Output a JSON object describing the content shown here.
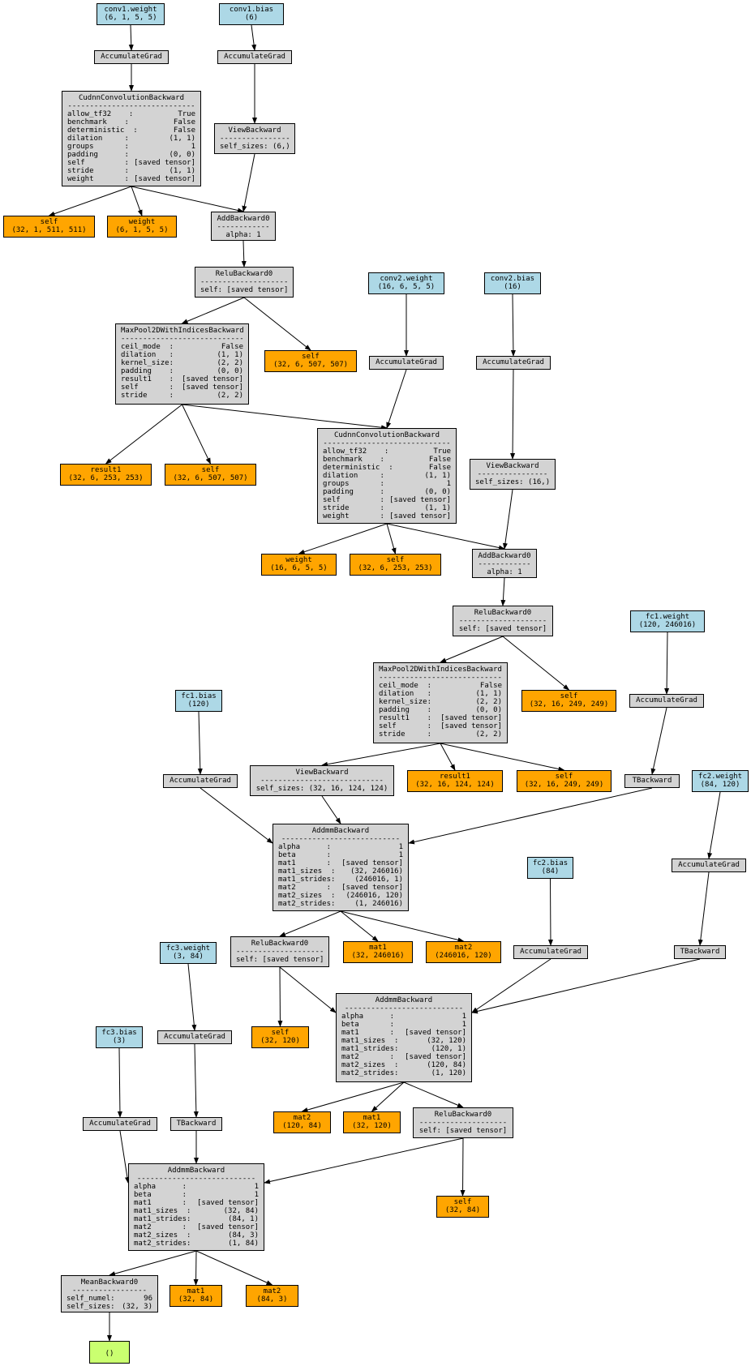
{
  "graph": {
    "colors": {
      "parameter": "#add8e6",
      "function": "#d3d3d3",
      "saved_tensor": "#ffa500",
      "output": "#caff70",
      "edge": "#000000"
    },
    "nodes": {
      "conv1_weight": {
        "kind": "param",
        "lines": [
          "conv1.weight",
          "(6, 1, 5, 5)"
        ]
      },
      "conv1_bias": {
        "kind": "param",
        "lines": [
          "conv1.bias",
          "(6)"
        ]
      },
      "ag_conv1_w": {
        "kind": "grad",
        "lines": [
          "AccumulateGrad"
        ]
      },
      "ag_conv1_b": {
        "kind": "grad",
        "lines": [
          "AccumulateGrad"
        ]
      },
      "conv1": {
        "kind": "op",
        "title": "CudnnConvolutionBackward",
        "rule": "-----------------------------",
        "rows": [
          [
            "allow_tf32",
            "    :",
            "True"
          ],
          [
            "benchmark",
            "    :",
            "False"
          ],
          [
            "deterministic",
            "  :",
            "False"
          ],
          [
            "dilation",
            "     :",
            "(1, 1)"
          ],
          [
            "groups",
            "       :",
            "1"
          ],
          [
            "padding",
            "      :",
            "(0, 0)"
          ],
          [
            "self",
            "         :",
            "[saved tensor]"
          ],
          [
            "stride",
            "       :",
            "(1, 1)"
          ],
          [
            "weight",
            "       :",
            "[saved tensor]"
          ]
        ]
      },
      "view1": {
        "kind": "op",
        "title": "ViewBackward",
        "rule": "----------------",
        "center": [
          "self_sizes: (6,)"
        ]
      },
      "s_conv1_self": {
        "kind": "saved",
        "lines": [
          "self",
          "(32, 1, 511, 511)"
        ]
      },
      "s_conv1_weight": {
        "kind": "saved",
        "lines": [
          "weight",
          "(6, 1, 5, 5)"
        ]
      },
      "add1": {
        "kind": "op",
        "title": "AddBackward0",
        "rule": "------------",
        "center": [
          "alpha: 1"
        ]
      },
      "relu1": {
        "kind": "op",
        "title": "ReluBackward0",
        "rule": "--------------------",
        "center": [
          "self: [saved tensor]"
        ]
      },
      "pool1": {
        "kind": "op",
        "title": "MaxPool2DWithIndicesBackward",
        "rule": "----------------------------",
        "rows": [
          [
            "ceil_mode",
            "  :",
            "False"
          ],
          [
            "dilation",
            "   :",
            "(1, 1)"
          ],
          [
            "kernel_size",
            ":",
            "(2, 2)"
          ],
          [
            "padding",
            "    :",
            "(0, 0)"
          ],
          [
            "result1",
            "    :",
            "[saved tensor]"
          ],
          [
            "self",
            "       :",
            "[saved tensor]"
          ],
          [
            "stride",
            "     :",
            "(2, 2)"
          ]
        ]
      },
      "s_relu1_self": {
        "kind": "saved",
        "lines": [
          "self",
          "(32, 6, 507, 507)"
        ]
      },
      "s_pool1_result1": {
        "kind": "saved",
        "lines": [
          "result1",
          "(32, 6, 253, 253)"
        ]
      },
      "s_pool1_self": {
        "kind": "saved",
        "lines": [
          "self",
          "(32, 6, 507, 507)"
        ]
      },
      "conv2_weight": {
        "kind": "param",
        "lines": [
          "conv2.weight",
          "(16, 6, 5, 5)"
        ]
      },
      "conv2_bias": {
        "kind": "param",
        "lines": [
          "conv2.bias",
          "(16)"
        ]
      },
      "ag_conv2_w": {
        "kind": "grad",
        "lines": [
          "AccumulateGrad"
        ]
      },
      "ag_conv2_b": {
        "kind": "grad",
        "lines": [
          "AccumulateGrad"
        ]
      },
      "conv2": {
        "kind": "op",
        "title": "CudnnConvolutionBackward",
        "rule": "-----------------------------",
        "rows": [
          [
            "allow_tf32",
            "    :",
            "True"
          ],
          [
            "benchmark",
            "    :",
            "False"
          ],
          [
            "deterministic",
            "  :",
            "False"
          ],
          [
            "dilation",
            "     :",
            "(1, 1)"
          ],
          [
            "groups",
            "       :",
            "1"
          ],
          [
            "padding",
            "      :",
            "(0, 0)"
          ],
          [
            "self",
            "         :",
            "[saved tensor]"
          ],
          [
            "stride",
            "       :",
            "(1, 1)"
          ],
          [
            "weight",
            "       :",
            "[saved tensor]"
          ]
        ]
      },
      "view2": {
        "kind": "op",
        "title": "ViewBackward",
        "rule": "----------------",
        "center": [
          "self_sizes: (16,)"
        ]
      },
      "s_conv2_weight": {
        "kind": "saved",
        "lines": [
          "weight",
          "(16, 6, 5, 5)"
        ]
      },
      "s_conv2_self": {
        "kind": "saved",
        "lines": [
          "self",
          "(32, 6, 253, 253)"
        ]
      },
      "add2": {
        "kind": "op",
        "title": "AddBackward0",
        "rule": "------------",
        "center": [
          "alpha: 1"
        ]
      },
      "relu2": {
        "kind": "op",
        "title": "ReluBackward0",
        "rule": "--------------------",
        "center": [
          "self: [saved tensor]"
        ]
      },
      "fc1_weight": {
        "kind": "param",
        "lines": [
          "fc1.weight",
          "(120, 246016)"
        ]
      },
      "ag_fc1_w": {
        "kind": "grad",
        "lines": [
          "AccumulateGrad"
        ]
      },
      "pool2": {
        "kind": "op",
        "title": "MaxPool2DWithIndicesBackward",
        "rule": "----------------------------",
        "rows": [
          [
            "ceil_mode",
            "  :",
            "False"
          ],
          [
            "dilation",
            "   :",
            "(1, 1)"
          ],
          [
            "kernel_size",
            ":",
            "(2, 2)"
          ],
          [
            "padding",
            "    :",
            "(0, 0)"
          ],
          [
            "result1",
            "    :",
            "[saved tensor]"
          ],
          [
            "self",
            "       :",
            "[saved tensor]"
          ],
          [
            "stride",
            "     :",
            "(2, 2)"
          ]
        ]
      },
      "s_relu2_self": {
        "kind": "saved",
        "lines": [
          "self",
          "(32, 16, 249, 249)"
        ]
      },
      "fc1_bias": {
        "kind": "param",
        "lines": [
          "fc1.bias",
          "(120)"
        ]
      },
      "ag_fc1_b": {
        "kind": "grad",
        "lines": [
          "AccumulateGrad"
        ]
      },
      "view3": {
        "kind": "op",
        "title": "ViewBackward",
        "rule": "----------------------------",
        "center": [
          "self_sizes: (32, 16, 124, 124)"
        ]
      },
      "s_pool2_result1": {
        "kind": "saved",
        "lines": [
          "result1",
          "(32, 16, 124, 124)"
        ]
      },
      "s_pool2_self": {
        "kind": "saved",
        "lines": [
          "self",
          "(32, 16, 249, 249)"
        ]
      },
      "t_fc1": {
        "kind": "grad",
        "lines": [
          "TBackward"
        ]
      },
      "fc2_weight": {
        "kind": "param",
        "lines": [
          "fc2.weight",
          "(84, 120)"
        ]
      },
      "ag_fc2_w": {
        "kind": "grad",
        "lines": [
          "AccumulateGrad"
        ]
      },
      "addmm1": {
        "kind": "op",
        "title": "AddmmBackward",
        "rule": "---------------------------",
        "rows": [
          [
            "alpha",
            "      :",
            "1"
          ],
          [
            "beta",
            "       :",
            "1"
          ],
          [
            "mat1",
            "       :",
            "[saved tensor]"
          ],
          [
            "mat1_sizes",
            "  :",
            "(32, 246016)"
          ],
          [
            "mat1_strides",
            ":",
            "(246016, 1)"
          ],
          [
            "mat2",
            "       :",
            "[saved tensor]"
          ],
          [
            "mat2_sizes",
            "  :",
            "(246016, 120)"
          ],
          [
            "mat2_strides",
            ":",
            "(1, 246016)"
          ]
        ]
      },
      "fc2_bias": {
        "kind": "param",
        "lines": [
          "fc2.bias",
          "(84)"
        ]
      },
      "relu3": {
        "kind": "op",
        "title": "ReluBackward0",
        "rule": "--------------------",
        "center": [
          "self: [saved tensor]"
        ]
      },
      "s_addmm1_mat1": {
        "kind": "saved",
        "lines": [
          "mat1",
          "(32, 246016)"
        ]
      },
      "s_addmm1_mat2": {
        "kind": "saved",
        "lines": [
          "mat2",
          "(246016, 120)"
        ]
      },
      "ag_fc2_b": {
        "kind": "grad",
        "lines": [
          "AccumulateGrad"
        ]
      },
      "t_fc2": {
        "kind": "grad",
        "lines": [
          "TBackward"
        ]
      },
      "fc3_weight": {
        "kind": "param",
        "lines": [
          "fc3.weight",
          "(3, 84)"
        ]
      },
      "addmm2": {
        "kind": "op",
        "title": "AddmmBackward",
        "rule": "---------------------------",
        "rows": [
          [
            "alpha",
            "      :",
            "1"
          ],
          [
            "beta",
            "       :",
            "1"
          ],
          [
            "mat1",
            "       :",
            "[saved tensor]"
          ],
          [
            "mat1_sizes",
            "  :",
            "(32, 120)"
          ],
          [
            "mat1_strides",
            ":",
            "(120, 1)"
          ],
          [
            "mat2",
            "       :",
            "[saved tensor]"
          ],
          [
            "mat2_sizes",
            "  :",
            "(120, 84)"
          ],
          [
            "mat2_strides",
            ":",
            "(1, 120)"
          ]
        ]
      },
      "fc3_bias": {
        "kind": "param",
        "lines": [
          "fc3.bias",
          "(3)"
        ]
      },
      "ag_fc3_w": {
        "kind": "grad",
        "lines": [
          "AccumulateGrad"
        ]
      },
      "s_relu3_self": {
        "kind": "saved",
        "lines": [
          "self",
          "(32, 120)"
        ]
      },
      "ag_fc3_b": {
        "kind": "grad",
        "lines": [
          "AccumulateGrad"
        ]
      },
      "t_fc3": {
        "kind": "grad",
        "lines": [
          "TBackward"
        ]
      },
      "s_addmm2_mat2": {
        "kind": "saved",
        "lines": [
          "mat2",
          "(120, 84)"
        ]
      },
      "s_addmm2_mat1": {
        "kind": "saved",
        "lines": [
          "mat1",
          "(32, 120)"
        ]
      },
      "relu4": {
        "kind": "op",
        "title": "ReluBackward0",
        "rule": "--------------------",
        "center": [
          "self: [saved tensor]"
        ]
      },
      "addmm3": {
        "kind": "op",
        "title": "AddmmBackward",
        "rule": "---------------------------",
        "rows": [
          [
            "alpha",
            "      :",
            "1"
          ],
          [
            "beta",
            "       :",
            "1"
          ],
          [
            "mat1",
            "       :",
            "[saved tensor]"
          ],
          [
            "mat1_sizes",
            "  :",
            "(32, 84)"
          ],
          [
            "mat1_strides",
            ":",
            "(84, 1)"
          ],
          [
            "mat2",
            "       :",
            "[saved tensor]"
          ],
          [
            "mat2_sizes",
            "  :",
            "(84, 3)"
          ],
          [
            "mat2_strides",
            ":",
            "(1, 84)"
          ]
        ]
      },
      "s_relu4_self": {
        "kind": "saved",
        "lines": [
          "self",
          "(32, 84)"
        ]
      },
      "mean": {
        "kind": "op",
        "title": "MeanBackward0",
        "rule": "-----------------",
        "rows": [
          [
            "self_numel:",
            "",
            "96"
          ],
          [
            "self_sizes:",
            "",
            "(32, 3)"
          ]
        ]
      },
      "s_addmm3_mat1": {
        "kind": "saved",
        "lines": [
          "mat1",
          "(32, 84)"
        ]
      },
      "s_addmm3_mat2": {
        "kind": "saved",
        "lines": [
          "mat2",
          "(84, 3)"
        ]
      },
      "output": {
        "kind": "out",
        "lines": [
          "()"
        ]
      }
    },
    "edges": [
      [
        "conv1_weight",
        "ag_conv1_w"
      ],
      [
        "ag_conv1_w",
        "conv1"
      ],
      [
        "conv1_bias",
        "ag_conv1_b"
      ],
      [
        "ag_conv1_b",
        "view1"
      ],
      [
        "conv1",
        "s_conv1_self"
      ],
      [
        "conv1",
        "s_conv1_weight"
      ],
      [
        "conv1",
        "add1"
      ],
      [
        "view1",
        "add1"
      ],
      [
        "add1",
        "relu1"
      ],
      [
        "relu1",
        "pool1"
      ],
      [
        "relu1",
        "s_relu1_self"
      ],
      [
        "pool1",
        "s_pool1_result1"
      ],
      [
        "pool1",
        "s_pool1_self"
      ],
      [
        "pool1",
        "conv2"
      ],
      [
        "conv2_weight",
        "ag_conv2_w"
      ],
      [
        "ag_conv2_w",
        "conv2"
      ],
      [
        "conv2_bias",
        "ag_conv2_b"
      ],
      [
        "ag_conv2_b",
        "view2"
      ],
      [
        "conv2",
        "s_conv2_weight"
      ],
      [
        "conv2",
        "s_conv2_self"
      ],
      [
        "conv2",
        "add2"
      ],
      [
        "view2",
        "add2"
      ],
      [
        "add2",
        "relu2"
      ],
      [
        "relu2",
        "pool2"
      ],
      [
        "relu2",
        "s_relu2_self"
      ],
      [
        "fc1_weight",
        "ag_fc1_w"
      ],
      [
        "ag_fc1_w",
        "t_fc1"
      ],
      [
        "pool2",
        "view3"
      ],
      [
        "pool2",
        "s_pool2_result1"
      ],
      [
        "pool2",
        "s_pool2_self"
      ],
      [
        "fc1_bias",
        "ag_fc1_b"
      ],
      [
        "ag_fc1_b",
        "addmm1"
      ],
      [
        "view3",
        "addmm1"
      ],
      [
        "t_fc1",
        "addmm1"
      ],
      [
        "fc2_weight",
        "ag_fc2_w"
      ],
      [
        "ag_fc2_w",
        "t_fc2"
      ],
      [
        "addmm1",
        "relu3"
      ],
      [
        "addmm1",
        "s_addmm1_mat1"
      ],
      [
        "addmm1",
        "s_addmm1_mat2"
      ],
      [
        "fc2_bias",
        "ag_fc2_b"
      ],
      [
        "relu3",
        "s_relu3_self"
      ],
      [
        "relu3",
        "addmm2"
      ],
      [
        "ag_fc2_b",
        "addmm2"
      ],
      [
        "t_fc2",
        "addmm2"
      ],
      [
        "fc3_weight",
        "ag_fc3_w"
      ],
      [
        "ag_fc3_w",
        "t_fc3"
      ],
      [
        "fc3_bias",
        "ag_fc3_b"
      ],
      [
        "addmm2",
        "s_addmm2_mat2"
      ],
      [
        "addmm2",
        "s_addmm2_mat1"
      ],
      [
        "addmm2",
        "relu4"
      ],
      [
        "ag_fc3_b",
        "addmm3"
      ],
      [
        "t_fc3",
        "addmm3"
      ],
      [
        "relu4",
        "addmm3"
      ],
      [
        "relu4",
        "s_relu4_self"
      ],
      [
        "addmm3",
        "mean"
      ],
      [
        "addmm3",
        "s_addmm3_mat1"
      ],
      [
        "addmm3",
        "s_addmm3_mat2"
      ],
      [
        "mean",
        "output"
      ]
    ]
  }
}
